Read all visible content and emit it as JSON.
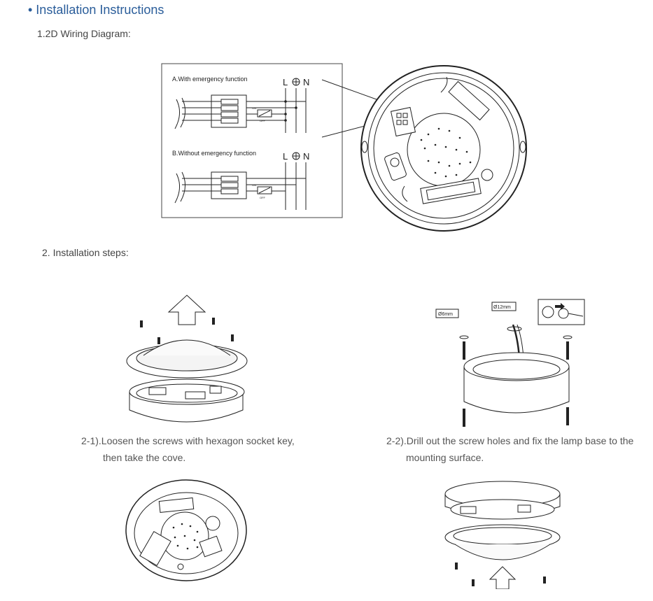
{
  "header": {
    "title": "• Installation Instructions"
  },
  "wiring": {
    "subtitle": "1.2D Wiring Diagram:",
    "section_a": "A.With emergency function",
    "section_b": "B.Without emergency function",
    "terminal_L": "L",
    "terminal_N": "N",
    "switch_on": "ON",
    "switch_off": "OFF"
  },
  "steps": {
    "subtitle": "2. Installation steps:",
    "step1_line1": "2-1).Loosen the screws with hexagon socket key,",
    "step1_line2": "then take the cove.",
    "step2_line1": "2-2).Drill out the screw holes and fix the lamp base to the",
    "step2_line2": "mounting surface.",
    "label_6mm": "Ø6mm",
    "label_12mm": "Ø12mm"
  },
  "colors": {
    "accent": "#2a5d9a",
    "line": "#333333"
  }
}
